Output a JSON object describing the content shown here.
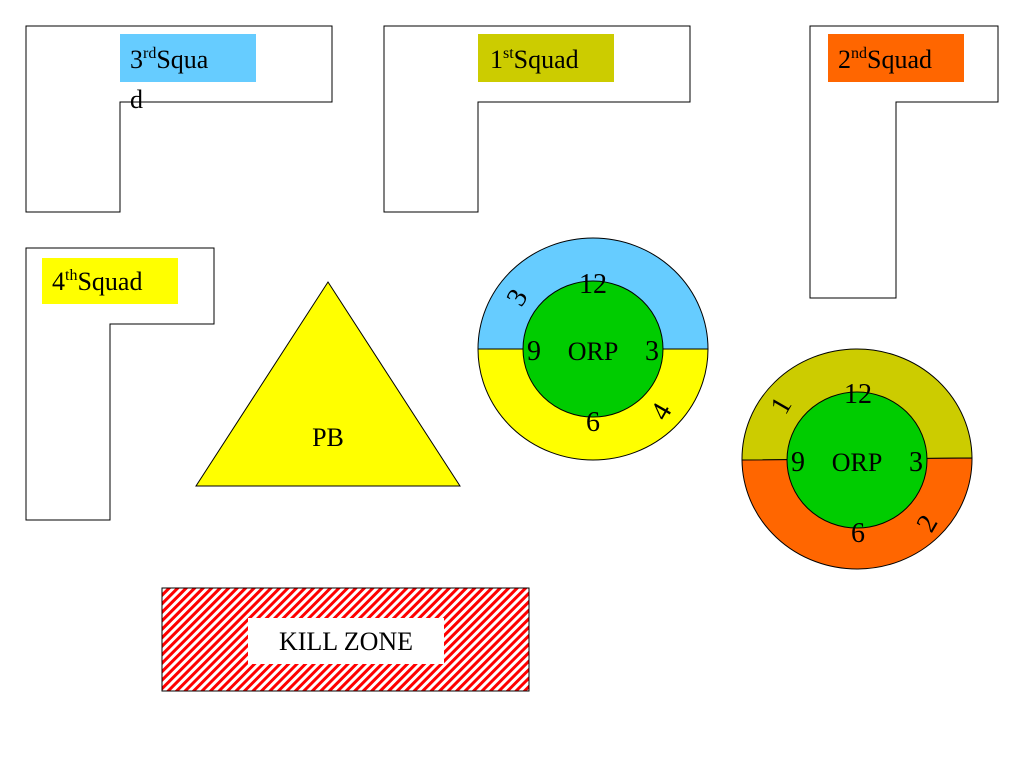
{
  "colors": {
    "squad_3": "#66ccff",
    "squad_1": "#cccc00",
    "squad_2": "#ff6600",
    "squad_4": "#ffff00",
    "orp_core": "#00cc00",
    "pb": "#ffff00",
    "kill_zone_hatch": "#ff0000"
  },
  "squads": {
    "s3": {
      "num": "3",
      "sup": "rd",
      "line1": "Squa",
      "line2": "d"
    },
    "s1": {
      "num": "1",
      "sup": "st",
      "name": "Squad"
    },
    "s2": {
      "num": "2",
      "sup": "nd",
      "name": "Squad"
    },
    "s4": {
      "num": "4",
      "sup": "th",
      "name": "Squad"
    }
  },
  "pb": {
    "label": "PB"
  },
  "orp_a": {
    "center": "ORP",
    "clock_12": "12",
    "clock_3": "3",
    "clock_6": "6",
    "clock_9": "9",
    "top_marker": "3",
    "bottom_marker": "4"
  },
  "orp_b": {
    "center": "ORP",
    "clock_12": "12",
    "clock_3": "3",
    "clock_6": "6",
    "clock_9": "9",
    "top_marker": "1",
    "bottom_marker": "2"
  },
  "kill_zone": {
    "label": "KILL ZONE"
  }
}
